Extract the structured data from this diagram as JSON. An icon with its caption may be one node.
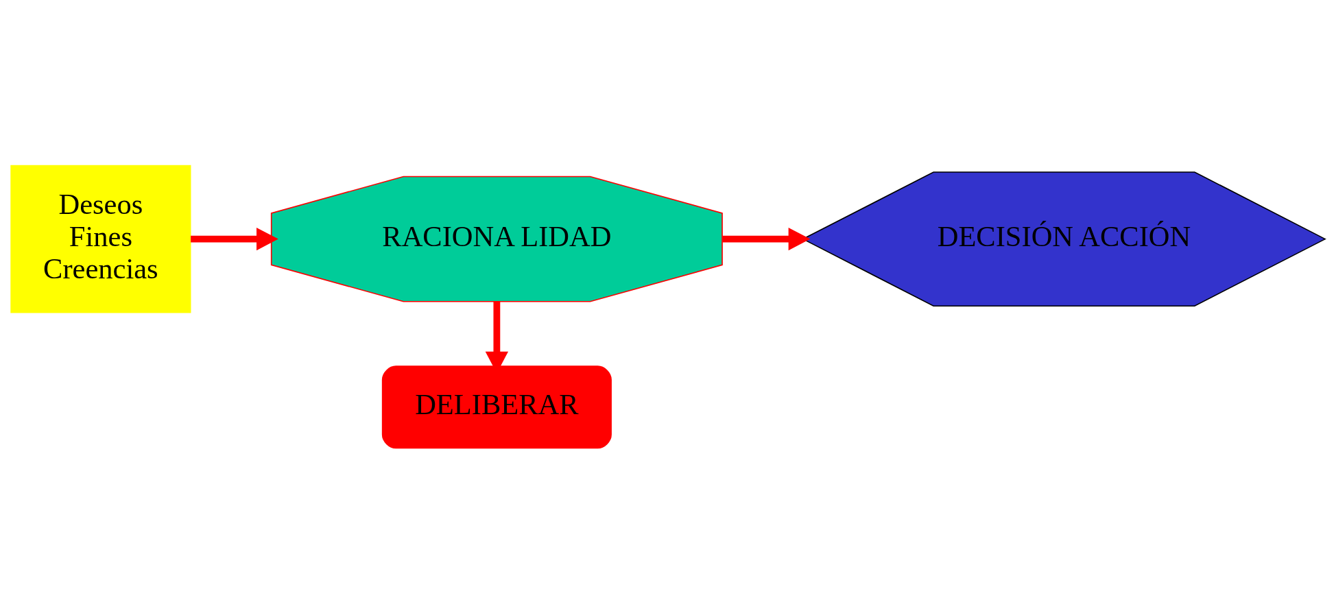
{
  "diagram": {
    "nodes": [
      {
        "text": [
          "Deseos",
          "Fines",
          "Creencias"
        ]
      },
      {
        "text": [
          "RACIONA LIDAD"
        ]
      },
      {
        "text": [
          "DELIBERAR"
        ]
      },
      {
        "text": [
          "DECISIÓN ACCIÓN"
        ]
      }
    ],
    "edges": [
      {
        "from": 0,
        "to": 1,
        "arrow": "to"
      },
      {
        "from": 1,
        "to": 2,
        "arrow": "to"
      },
      {
        "from": 1,
        "to": 3,
        "arrow": "to"
      }
    ]
  }
}
